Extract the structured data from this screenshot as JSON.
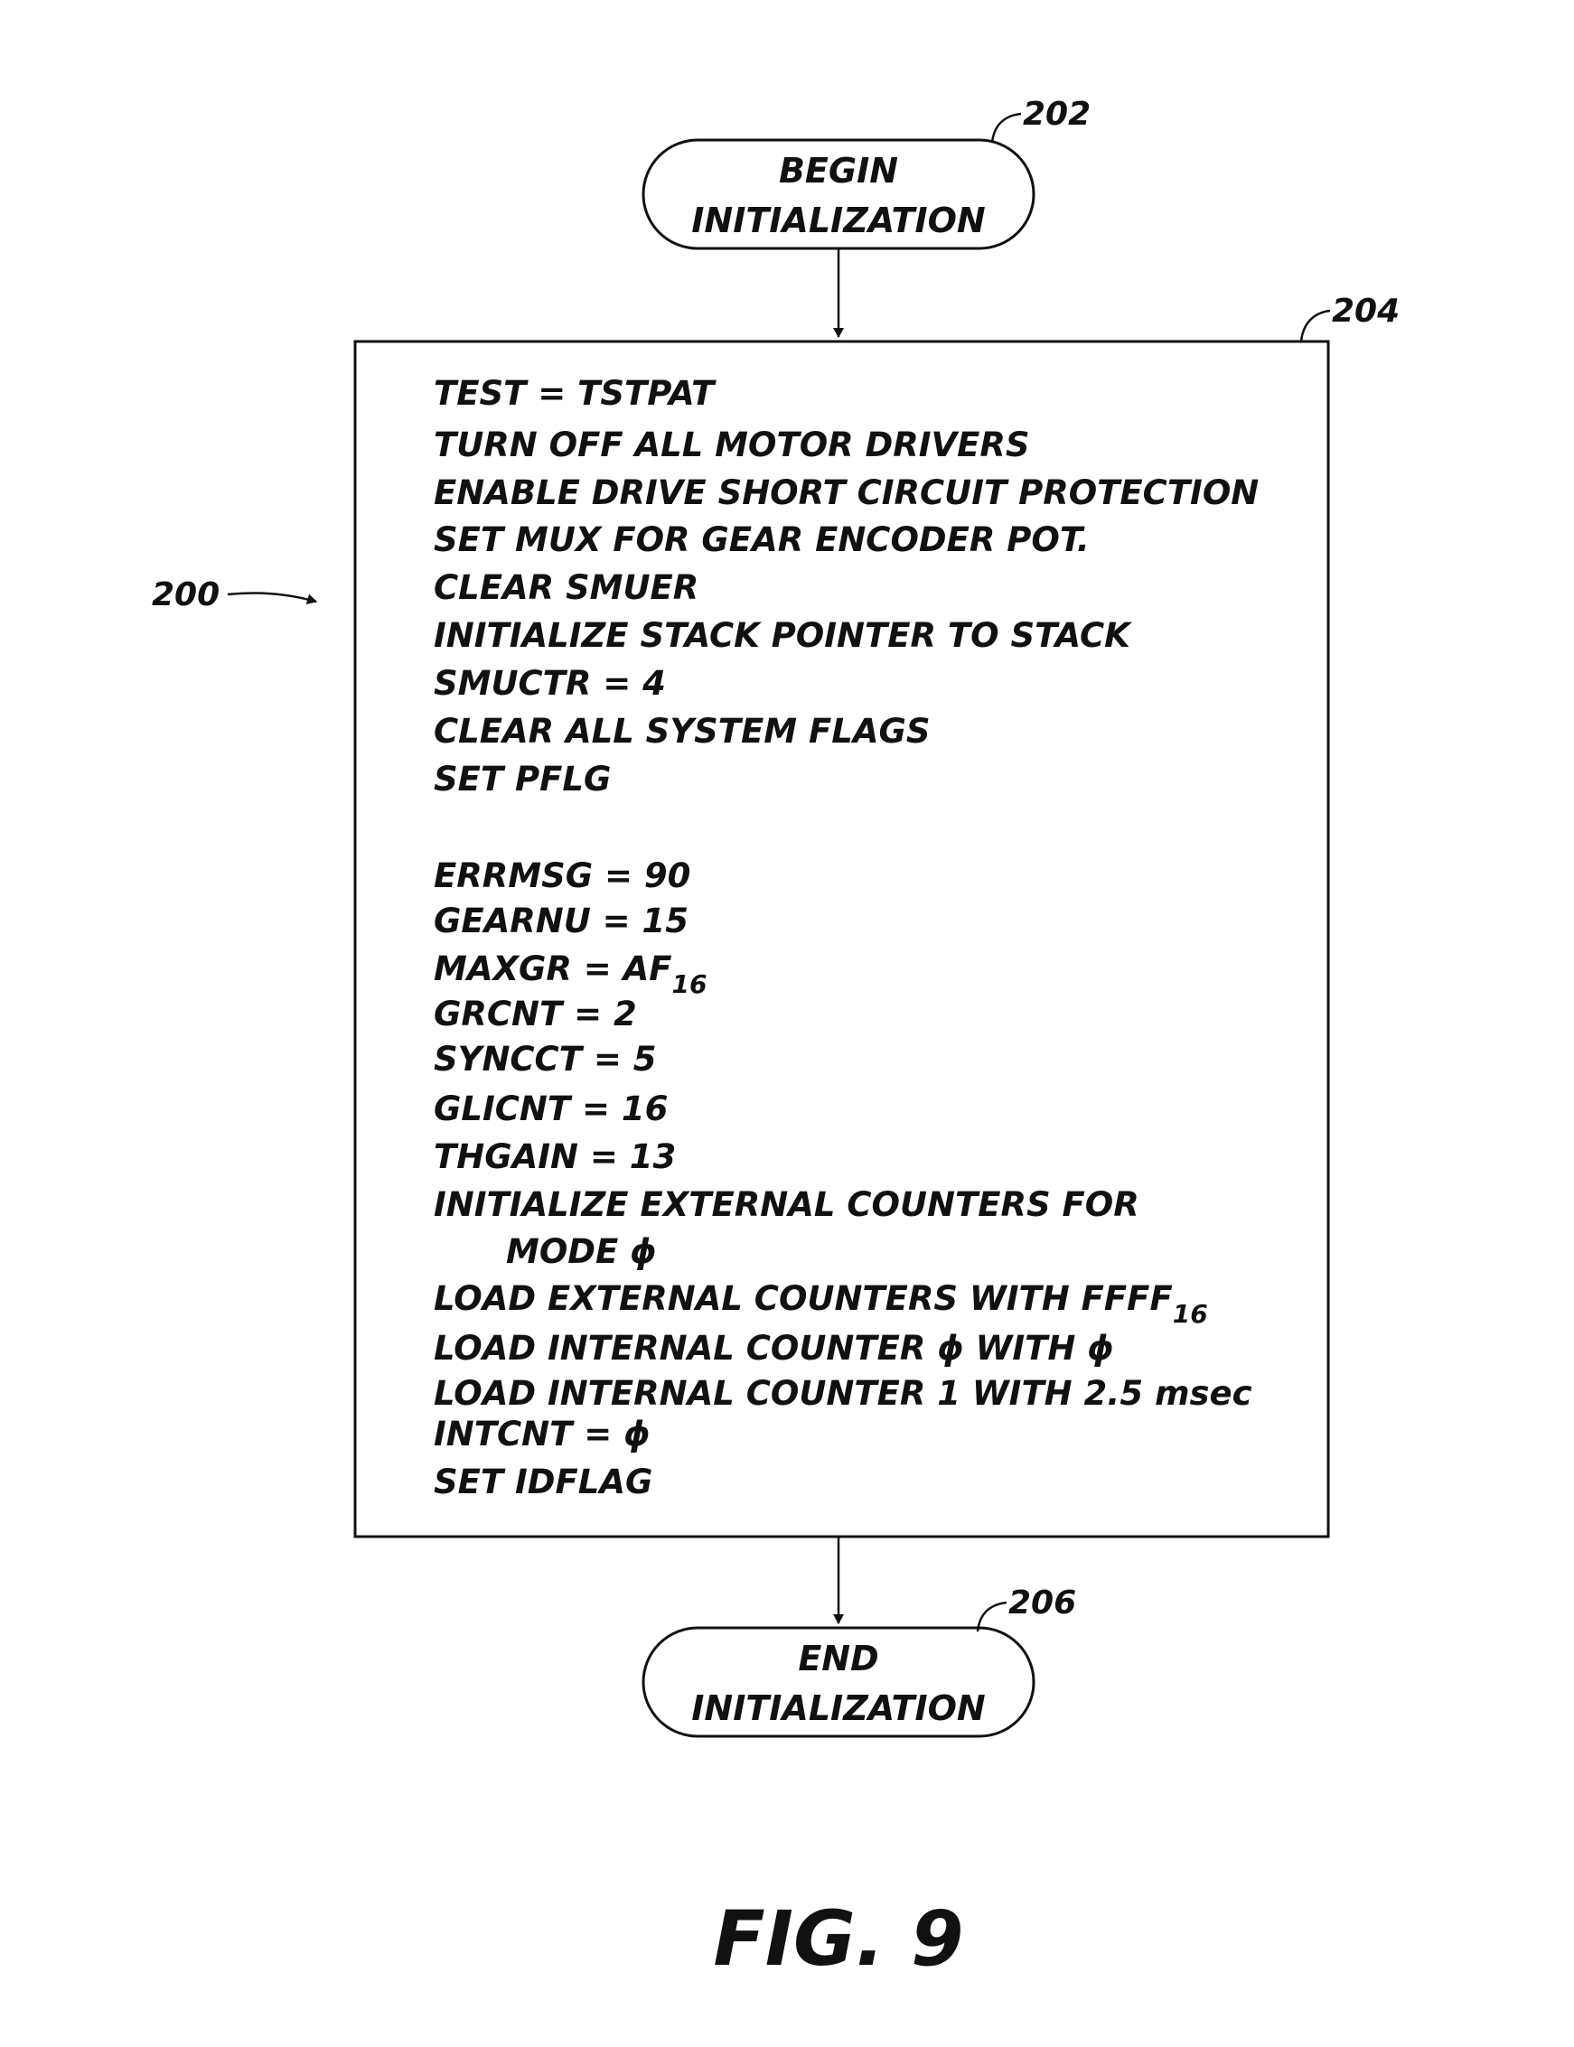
{
  "reference_numerals": {
    "diagram": "200",
    "begin_terminal": "202",
    "process_box": "204",
    "end_terminal": "206"
  },
  "begin_terminal": {
    "line1": "BEGIN",
    "line2": "INITIALIZATION"
  },
  "end_terminal": {
    "line1": "END",
    "line2": "INITIALIZATION"
  },
  "process_steps": {
    "s01": "TEST = TSTPAT",
    "s02": "TURN OFF ALL MOTOR DRIVERS",
    "s03": "ENABLE DRIVE SHORT CIRCUIT PROTECTION",
    "s04": "SET MUX FOR GEAR ENCODER POT.",
    "s05": "CLEAR SMUER",
    "s06": "INITIALIZE STACK POINTER TO STACK",
    "s07": "SMUCTR = 4",
    "s08": "CLEAR ALL SYSTEM FLAGS",
    "s09": "SET PFLG",
    "s10": "ERRMSG = 90",
    "s11": "GEARNU = 15",
    "s12": "MAXGR = AF",
    "s12_sub": "16",
    "s13": "GRCNT = 2",
    "s14": "SYNCCT = 5",
    "s15": "GLICNT = 16",
    "s16": "THGAIN = 13",
    "s17": "INITIALIZE EXTERNAL COUNTERS FOR",
    "s18": "MODE ϕ",
    "s19": "LOAD EXTERNAL COUNTERS WITH FFFF",
    "s19_sub": "16",
    "s20": "LOAD INTERNAL COUNTER ϕ WITH ϕ",
    "s21": "LOAD INTERNAL COUNTER 1 WITH 2.5 msec",
    "s22": "INTCNT = ϕ",
    "s23": "SET IDFLAG"
  },
  "figure_label": "FIG. 9"
}
